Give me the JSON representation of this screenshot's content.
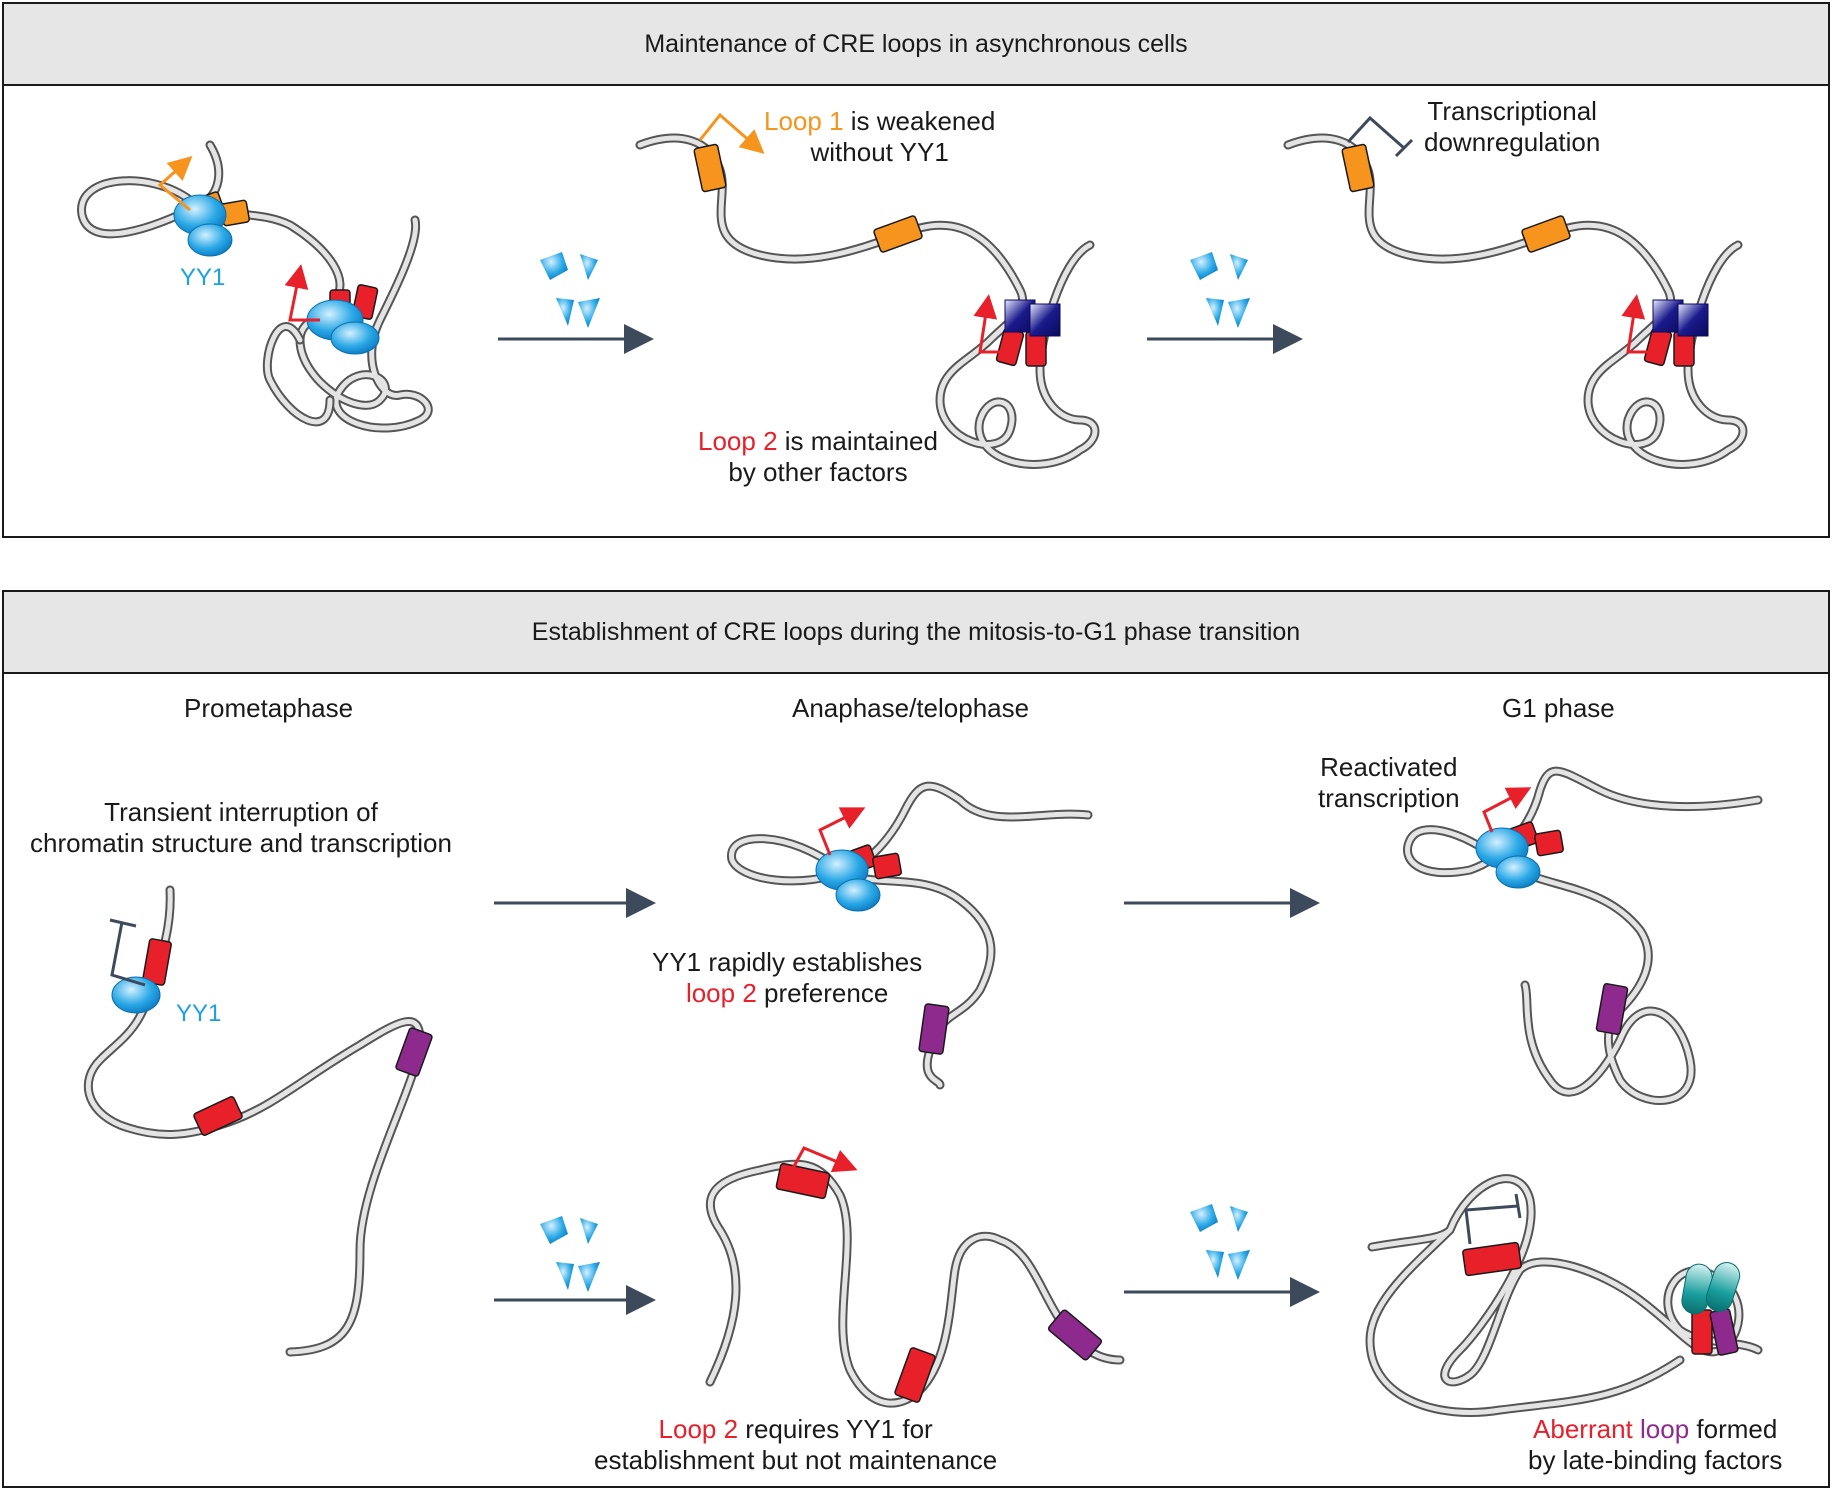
{
  "top_panel": {
    "title": "Maintenance of CRE loops in asynchronous cells",
    "yy1_label": "YY1",
    "loop1_colored": "Loop 1",
    "loop1_rest": " is weakened",
    "loop1_line2": "without YY1",
    "loop2_colored": "Loop 2",
    "loop2_rest": " is maintained",
    "loop2_line2": "by other factors",
    "downreg_line1": "Transcriptional",
    "downreg_line2": "downregulation"
  },
  "bottom_panel": {
    "title": "Establishment of CRE loops during the mitosis-to-G1 phase transition",
    "stage1": "Prometaphase",
    "stage2": "Anaphase/telophase",
    "stage3": "G1 phase",
    "transient_line1": "Transient interruption of",
    "transient_line2": "chromatin structure and transcription",
    "yy1_label": "YY1",
    "establish_line1": "YY1 rapidly establishes",
    "establish_colored": "loop 2",
    "establish_rest": " preference",
    "reactivated_line1": "Reactivated",
    "reactivated_line2": "transcription",
    "requires_colored": "Loop 2",
    "requires_rest": " requires YY1 for",
    "requires_line2": "establishment but not maintenance",
    "aberrant_colored1": "Aberrant",
    "aberrant_colored2": "loop",
    "aberrant_rest": " formed",
    "aberrant_line2": "by late-binding factors"
  },
  "colors": {
    "orange": "#f7941d",
    "red": "#e8202a",
    "blue_yy1": "#1ba1e2",
    "purple": "#8e2a8e",
    "navy": "#1a1a8c",
    "teal": "#1a9e9e",
    "arrow": "#3d4a5c"
  }
}
